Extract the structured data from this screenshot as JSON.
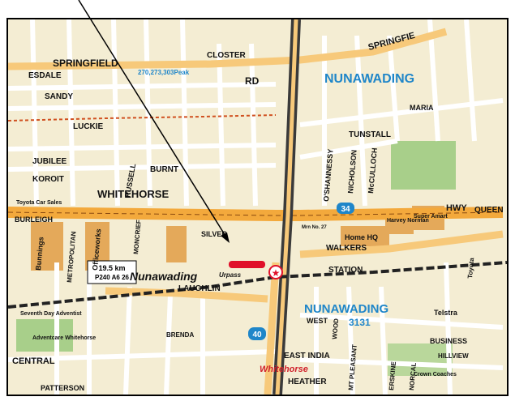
{
  "colors": {
    "land": "#f4edd3",
    "minor_road": "#ffffff",
    "major_road": "#f7c97a",
    "freeway": "#f3a93c",
    "railway": "#222222",
    "park": "#a8cf8a",
    "commercial": "#e4a95a",
    "suburb_label": "#1f86c9",
    "road_label": "#111111",
    "landmark_red": "#d0202a",
    "bus_route": "#d05020",
    "marker_red": "#e0102a",
    "pointer": "#000000"
  },
  "labels": {
    "springfield_w": "SPRINGFIELD",
    "springfield_e": "SPRINGFIE",
    "esdale": "ESDALE",
    "sandy": "SANDY",
    "luckie": "LUCKIE",
    "jubilee": "JUBILEE",
    "koroit": "KOROIT",
    "whitehorse": "WHITEHORSE",
    "burleigh": "BURLEIGH",
    "laughlin": "LAUGHLIN",
    "nunawading_w": "Nunawading",
    "nunawading_ne": "NUNAWADING",
    "nunawading_se": "NUNAWADING",
    "postcode": "3131",
    "closter": "CLOSTER",
    "rd_top": "RD",
    "tunstall": "TUNSTALL",
    "nicholson": "NICHOLSON",
    "mcculloch": "McCULLOCH",
    "oshannessy": "O'SHANNESSY",
    "hwy": "HWY",
    "queen": "QUEEN",
    "walkers": "WALKERS",
    "station": "STATION",
    "silver": "SILVER",
    "bunnings": "Bunnings",
    "officeworks": "Officeworks",
    "home_hq": "Home HQ",
    "harvey_norman": "Harvey Norman",
    "super_amart": "Super Amart",
    "toyota": "Toyota",
    "toyota_car_sales": "Toyota Car Sales",
    "telstra": "Telstra",
    "business": "BUSINESS",
    "hillview": "HILLVIEW",
    "east_india": "EAST INDIA",
    "heather": "HEATHER",
    "patterson": "PATTERSON",
    "central": "CENTRAL",
    "whitehorse_red": "Whitehorse",
    "adventcare": "Adventcare Whitehorse",
    "seventh_day": "Seventh Day Adventist",
    "underpass": "Urpass",
    "distance_box": "19.5 km",
    "grid_ref": "P240 A6 26",
    "hwy_shield": "34",
    "route_shield": "40",
    "mrn": "Mrn No. 27",
    "maria": "MARIA",
    "moncrief": "MONCRIEF",
    "metropolitan": "METROPOLITAN",
    "russell": "RUSSELL",
    "burnt": "BURNT",
    "brenda": "BRENDA",
    "mt_pleasant": "MT PLEASANT",
    "norcal": "NORCAL",
    "erskine": "ERSKINE",
    "wood": "WOOD",
    "west": "WEST",
    "crown_coaches": "Crown Coaches",
    "bus_routes": "270,273,303Peak"
  }
}
